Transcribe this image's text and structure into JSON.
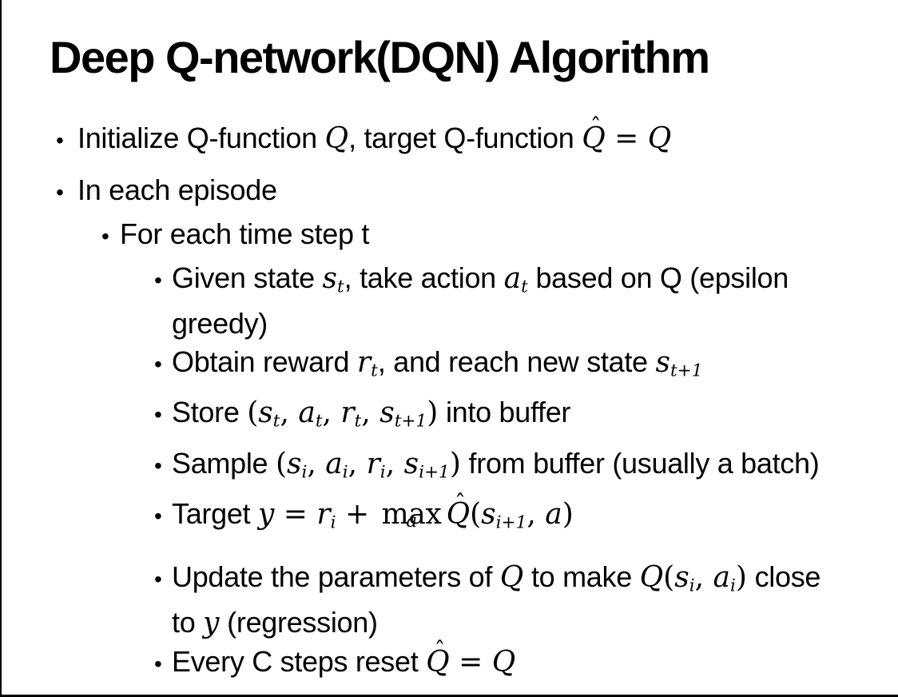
{
  "colors": {
    "background": "#ffffff",
    "text": "#000000",
    "border": "#000000"
  },
  "slide": {
    "title": "Deep Q-network(DQN) Algorithm",
    "bullet_char": "•",
    "hat_char": "ˆ",
    "bullets": [
      {
        "level": 1,
        "bullet": true,
        "segments": [
          {
            "k": "p",
            "t": "Initialize Q-function "
          },
          {
            "k": "m",
            "t": "Q"
          },
          {
            "k": "p",
            "t": ", target Q-function "
          },
          {
            "k": "h",
            "t": "Q"
          },
          {
            "k": "mp",
            "t": " = "
          },
          {
            "k": "m",
            "t": "Q"
          }
        ]
      },
      {
        "level": 1,
        "bullet": true,
        "segments": [
          {
            "k": "p",
            "t": "In each episode"
          }
        ]
      },
      {
        "level": 2,
        "bullet": true,
        "segments": [
          {
            "k": "p",
            "t": "For each time step t"
          }
        ]
      },
      {
        "level": 3,
        "bullet": true,
        "segments": [
          {
            "k": "p",
            "t": "Given state "
          },
          {
            "k": "m",
            "t": "s"
          },
          {
            "k": "s",
            "t": "t"
          },
          {
            "k": "p",
            "t": ", take action "
          },
          {
            "k": "m",
            "t": "a"
          },
          {
            "k": "s",
            "t": "t"
          },
          {
            "k": "p",
            "t": " based on Q (epsilon"
          }
        ]
      },
      {
        "level": 3,
        "bullet": false,
        "segments": [
          {
            "k": "p",
            "t": "greedy)"
          }
        ]
      },
      {
        "level": 3,
        "bullet": true,
        "segments": [
          {
            "k": "p",
            "t": "Obtain reward "
          },
          {
            "k": "m",
            "t": "r"
          },
          {
            "k": "s",
            "t": "t"
          },
          {
            "k": "p",
            "t": ", and reach new state "
          },
          {
            "k": "m",
            "t": "s"
          },
          {
            "k": "s",
            "t": "t+1"
          }
        ]
      },
      {
        "level": 3,
        "bullet": true,
        "segments": [
          {
            "k": "p",
            "t": "Store "
          },
          {
            "k": "mp",
            "t": "("
          },
          {
            "k": "m",
            "t": "s"
          },
          {
            "k": "s",
            "t": "t"
          },
          {
            "k": "mp",
            "t": ", "
          },
          {
            "k": "m",
            "t": "a"
          },
          {
            "k": "s",
            "t": "t"
          },
          {
            "k": "mp",
            "t": ", "
          },
          {
            "k": "m",
            "t": "r"
          },
          {
            "k": "s",
            "t": "t"
          },
          {
            "k": "mp",
            "t": ", "
          },
          {
            "k": "m",
            "t": "s"
          },
          {
            "k": "s",
            "t": "t+1"
          },
          {
            "k": "mp",
            "t": ")"
          },
          {
            "k": "p",
            "t": " into buffer"
          }
        ]
      },
      {
        "level": 3,
        "bullet": true,
        "segments": [
          {
            "k": "p",
            "t": "Sample "
          },
          {
            "k": "mp",
            "t": "("
          },
          {
            "k": "m",
            "t": "s"
          },
          {
            "k": "s",
            "t": "i"
          },
          {
            "k": "mp",
            "t": ", "
          },
          {
            "k": "m",
            "t": "a"
          },
          {
            "k": "s",
            "t": "i"
          },
          {
            "k": "mp",
            "t": ", "
          },
          {
            "k": "m",
            "t": "r"
          },
          {
            "k": "s",
            "t": "i"
          },
          {
            "k": "mp",
            "t": ", "
          },
          {
            "k": "m",
            "t": "s"
          },
          {
            "k": "s",
            "t": "i+1"
          },
          {
            "k": "mp",
            "t": ")"
          },
          {
            "k": "p",
            "t": " from buffer (usually a batch)"
          }
        ]
      },
      {
        "level": 3,
        "bullet": true,
        "segments": [
          {
            "k": "p",
            "t": "Target "
          },
          {
            "k": "m",
            "t": "y"
          },
          {
            "k": "mp",
            "t": " = "
          },
          {
            "k": "m",
            "t": "r"
          },
          {
            "k": "s",
            "t": "i"
          },
          {
            "k": "mp",
            "t": " + "
          },
          {
            "k": "u",
            "top": "max",
            "bot": "a"
          },
          {
            "k": "h",
            "t": "Q"
          },
          {
            "k": "mp",
            "t": "("
          },
          {
            "k": "m",
            "t": "s"
          },
          {
            "k": "s",
            "t": "i+1"
          },
          {
            "k": "mp",
            "t": ", "
          },
          {
            "k": "m",
            "t": "a"
          },
          {
            "k": "mp",
            "t": ")"
          }
        ]
      },
      {
        "level": 3,
        "bullet": true,
        "segments": [
          {
            "k": "p",
            "t": "Update the parameters of "
          },
          {
            "k": "m",
            "t": "Q"
          },
          {
            "k": "p",
            "t": " to make "
          },
          {
            "k": "m",
            "t": "Q"
          },
          {
            "k": "mp",
            "t": "("
          },
          {
            "k": "m",
            "t": "s"
          },
          {
            "k": "s",
            "t": "i"
          },
          {
            "k": "mp",
            "t": ", "
          },
          {
            "k": "m",
            "t": "a"
          },
          {
            "k": "s",
            "t": "i"
          },
          {
            "k": "mp",
            "t": ")"
          },
          {
            "k": "p",
            "t": " close"
          }
        ]
      },
      {
        "level": 3,
        "bullet": false,
        "segments": [
          {
            "k": "p",
            "t": "to "
          },
          {
            "k": "m",
            "t": "y"
          },
          {
            "k": "p",
            "t": " (regression)"
          }
        ]
      },
      {
        "level": 3,
        "bullet": true,
        "segments": [
          {
            "k": "p",
            "t": "Every C steps reset "
          },
          {
            "k": "h",
            "t": "Q"
          },
          {
            "k": "mp",
            "t": " = "
          },
          {
            "k": "m",
            "t": "Q"
          }
        ]
      }
    ]
  }
}
